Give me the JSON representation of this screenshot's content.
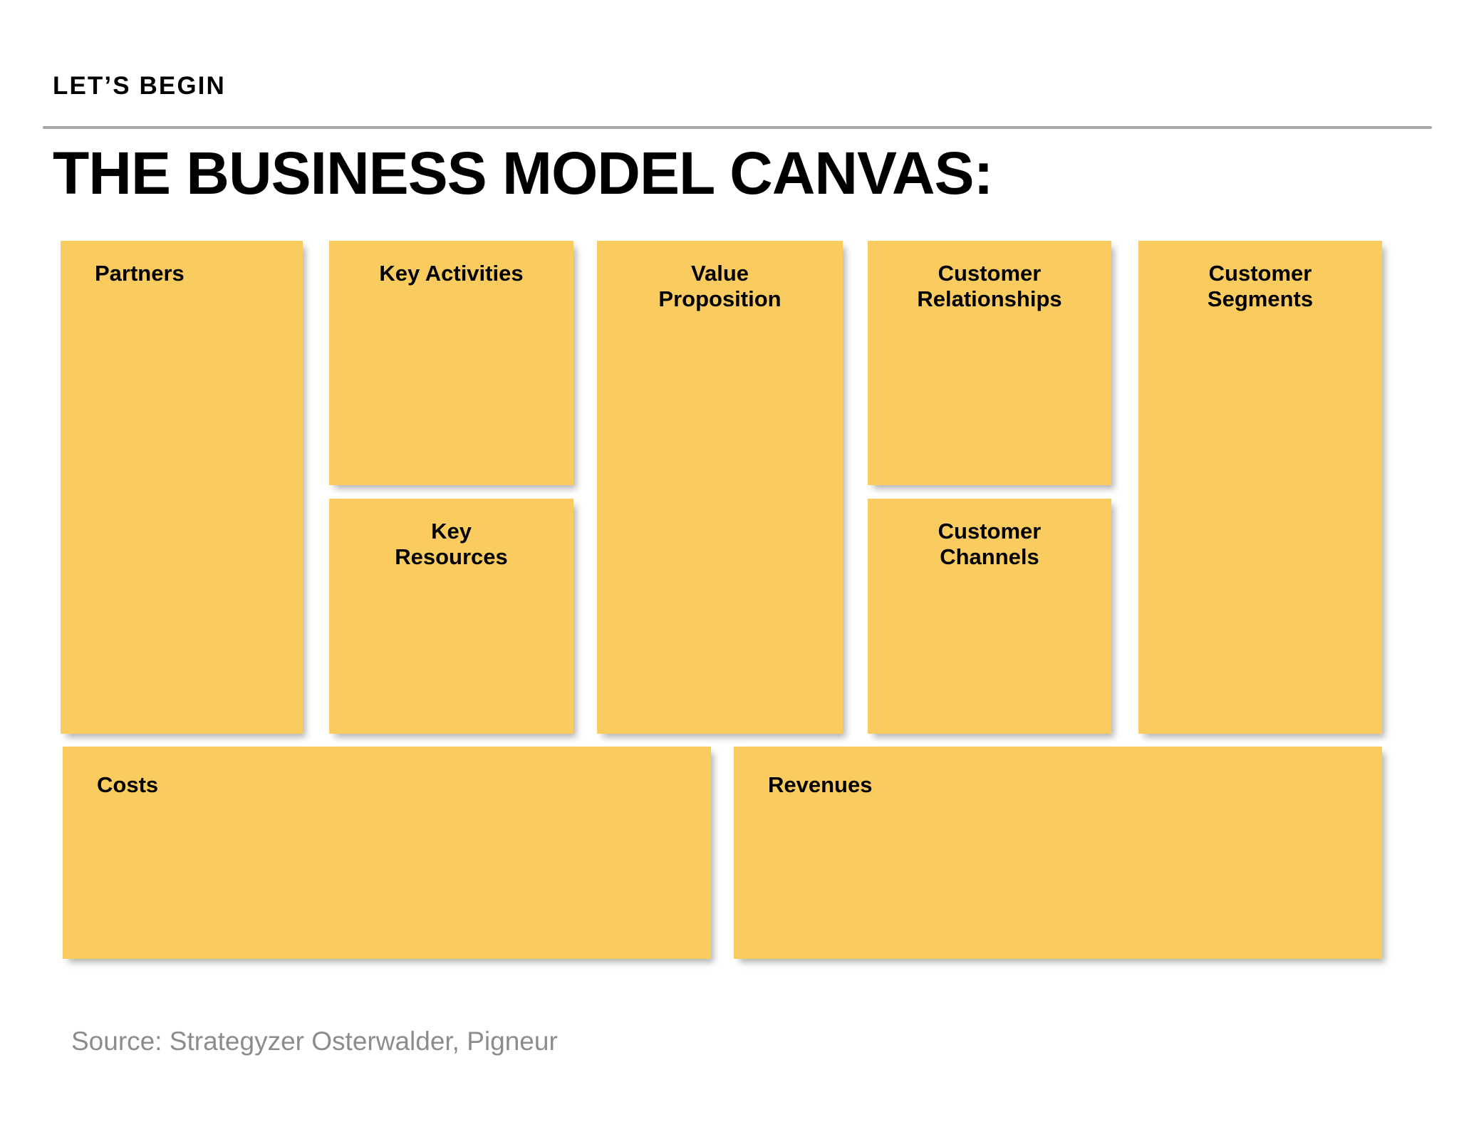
{
  "header": {
    "kicker": "LET’S BEGIN",
    "title": "THE BUSINESS MODEL CANVAS:"
  },
  "colors": {
    "block_fill": "#facb5e",
    "rule": "#a8a8a8",
    "source_text": "#8c8c8c",
    "title_text": "#000000"
  },
  "canvas": {
    "blocks": [
      {
        "id": "partners",
        "label": "Partners"
      },
      {
        "id": "key-activities",
        "label": "Key Activities"
      },
      {
        "id": "value-proposition",
        "label": "Value\nProposition"
      },
      {
        "id": "customer-relationships",
        "label": "Customer\nRelationships"
      },
      {
        "id": "customer-segments",
        "label": "Customer\nSegments"
      },
      {
        "id": "key-resources",
        "label": "Key\nResources"
      },
      {
        "id": "customer-channels",
        "label": "Customer\nChannels"
      },
      {
        "id": "costs",
        "label": "Costs"
      },
      {
        "id": "revenues",
        "label": "Revenues"
      }
    ]
  },
  "footer": {
    "source": "Source: Strategyzer Osterwalder, Pigneur"
  }
}
